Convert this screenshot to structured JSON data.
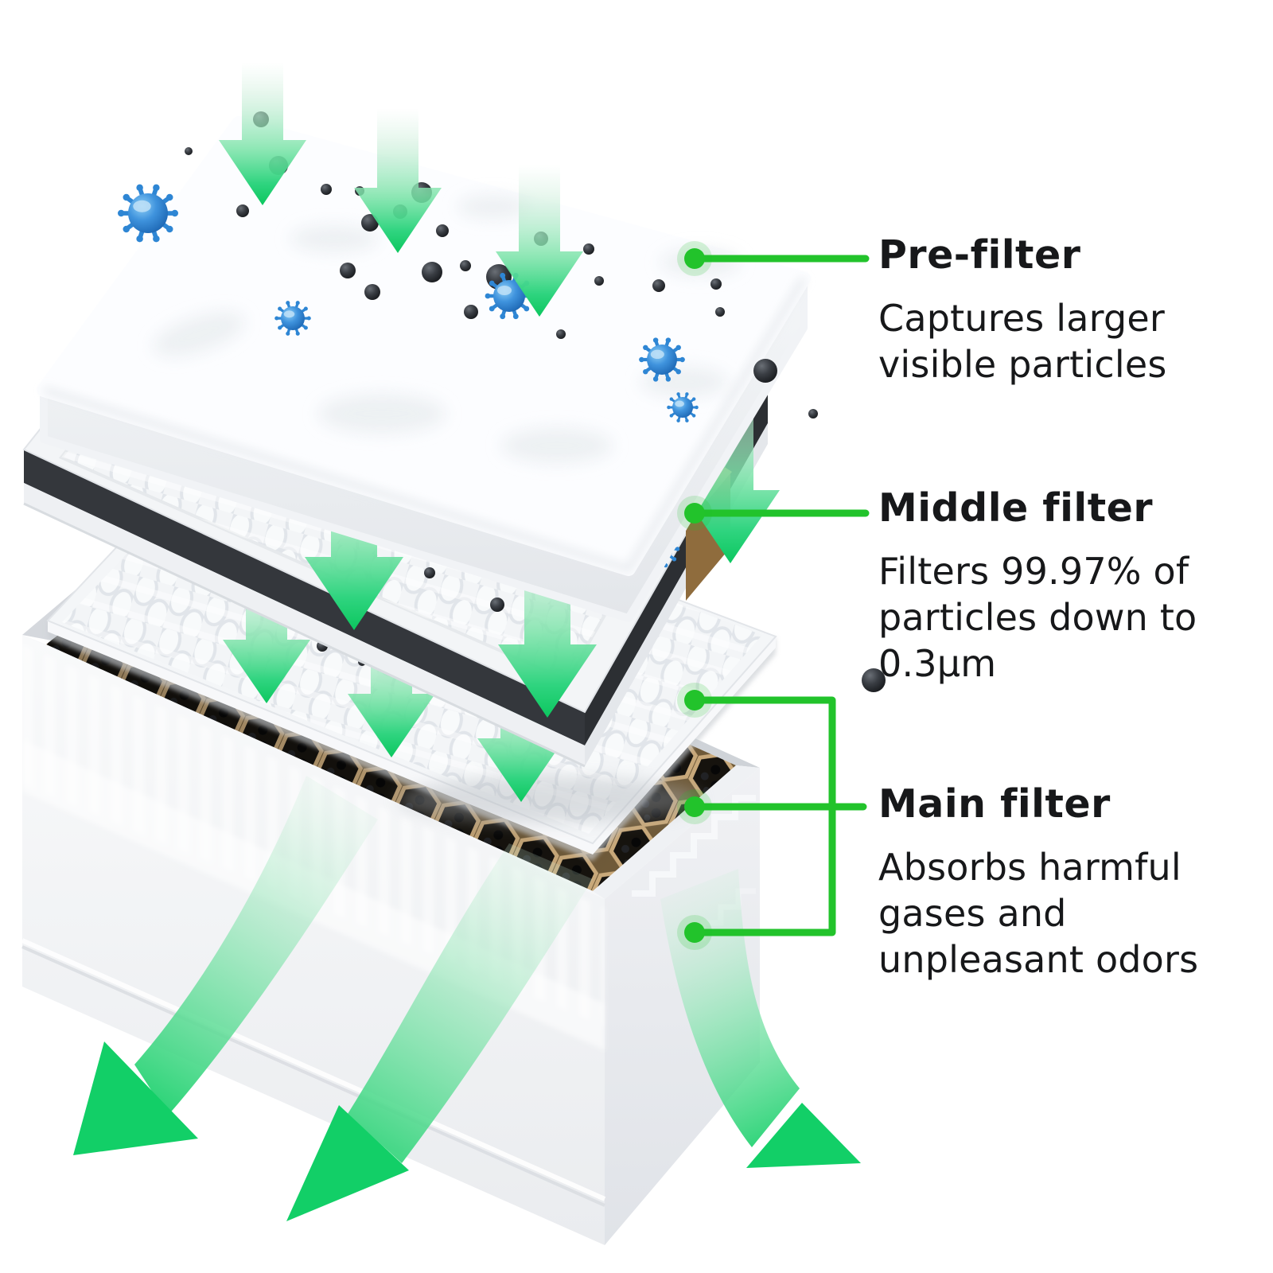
{
  "page": {
    "type": "product-infographic",
    "subject": "Air purifier three-stage filter exploded-view diagram",
    "background": "#ffffff"
  },
  "colors": {
    "callout_green": "#22c32b",
    "arrow_green": "#0cc75f",
    "arrow_green_pale": "#d9f3e4",
    "text": "#17181a",
    "gasket_dark": "#34373c",
    "strap_tan": "#b5905a",
    "strap_tan_dark": "#8f6c3d",
    "honeycomb_tan": "#c9a97a",
    "virus_blue": "#2e86d4",
    "particle_dark": "#1b1d20"
  },
  "callouts": [
    {
      "id": "pre-filter",
      "title": "Pre-filter",
      "description": "Captures larger visible particles",
      "desc_lines": [
        "Captures larger",
        "visible particles"
      ]
    },
    {
      "id": "middle-filter",
      "title": "Middle filter",
      "description": "Filters 99.97% of particles down to 0.3μm",
      "desc_lines": [
        "Filters 99.97% of",
        "particles down to",
        "0.3μm"
      ]
    },
    {
      "id": "main-filter",
      "title": "Main filter",
      "description": "Absorbs harmful gases and unpleasant odors",
      "desc_lines": [
        "Absorbs harmful",
        "gases and",
        "unpleasant odors"
      ]
    }
  ],
  "layers": [
    {
      "name": "pre-filter-fleece"
    },
    {
      "name": "middle-hepa-filter"
    },
    {
      "name": "main-carbon-filter-box"
    }
  ],
  "icons": [
    "airflow-arrow-icon",
    "virus-icon",
    "dust-particle-icon",
    "callout-dot-icon"
  ]
}
